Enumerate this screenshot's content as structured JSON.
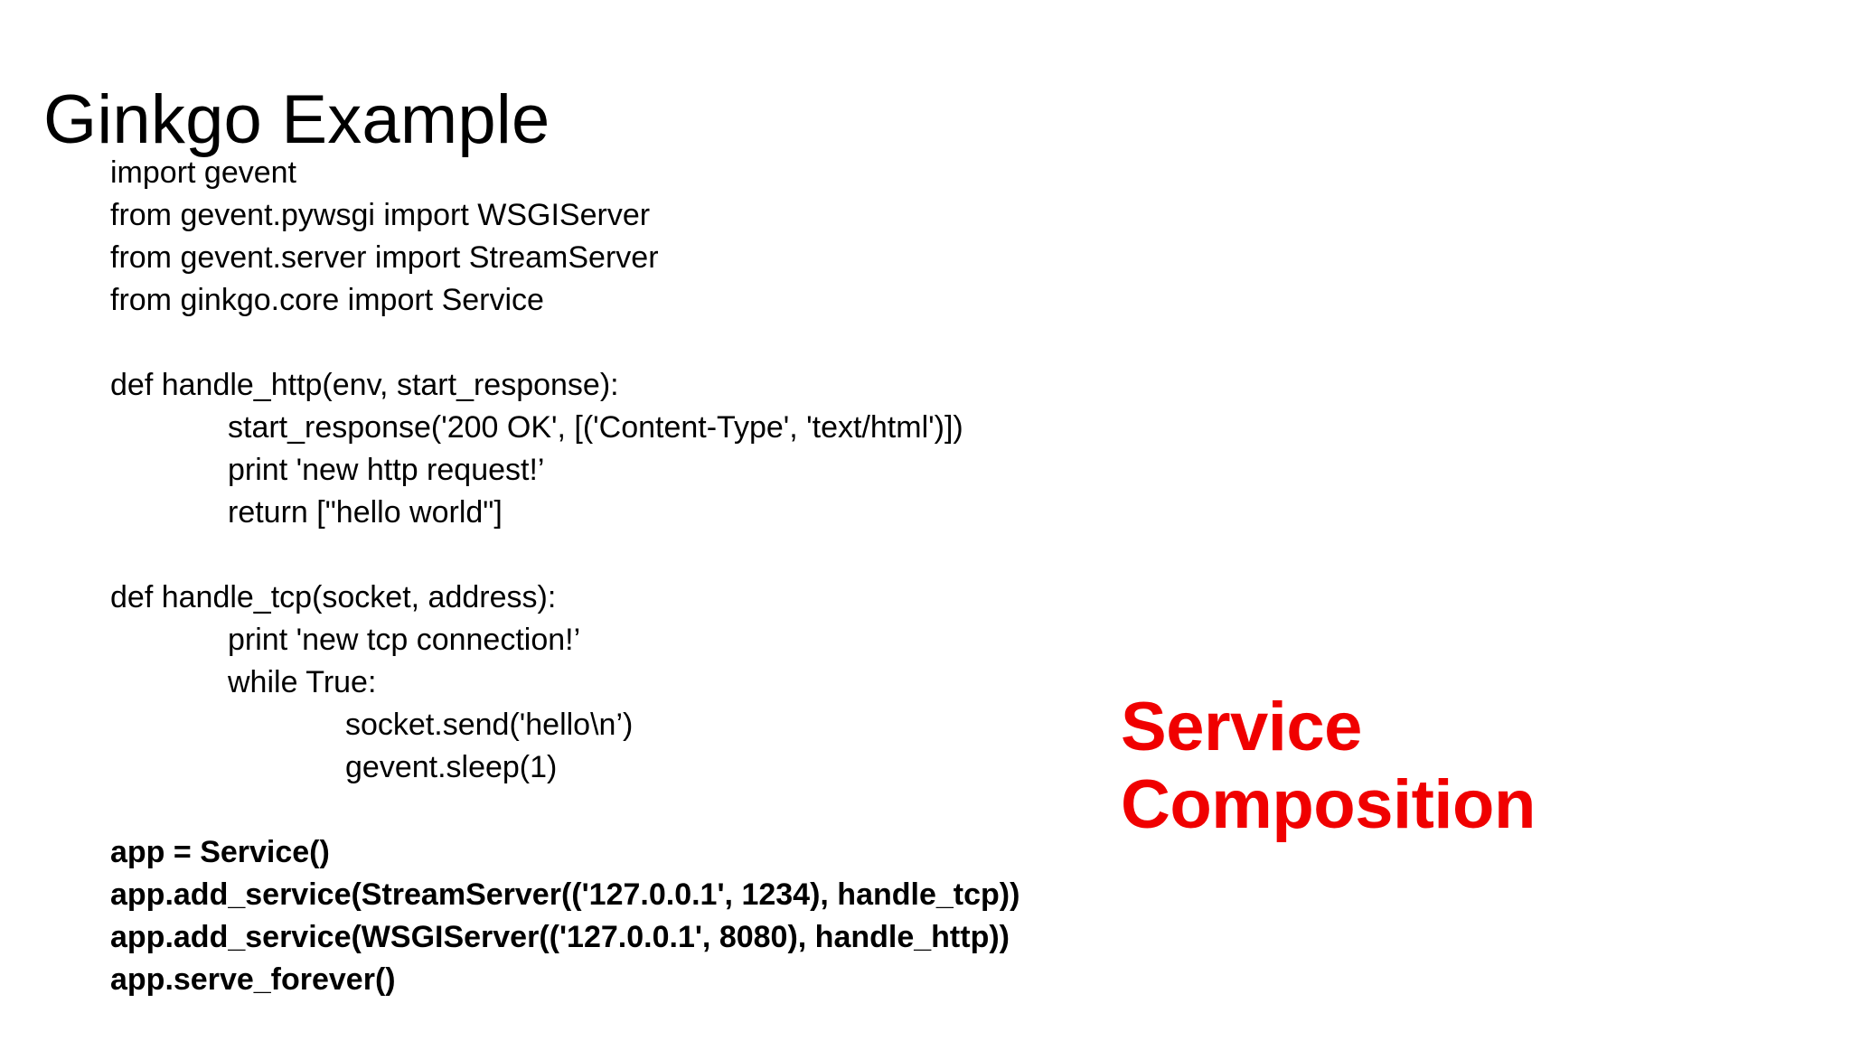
{
  "slide": {
    "title": "Ginkgo Example",
    "background_color": "#ffffff",
    "text_color": "#000000"
  },
  "code": {
    "language": "python",
    "lines": [
      {
        "text": "import gevent",
        "indent": 0,
        "bold": false
      },
      {
        "text": "from gevent.pywsgi import WSGIServer",
        "indent": 0,
        "bold": false
      },
      {
        "text": "from gevent.server import StreamServer",
        "indent": 0,
        "bold": false
      },
      {
        "text": "from ginkgo.core import Service",
        "indent": 0,
        "bold": false
      },
      {
        "text": "",
        "indent": 0,
        "bold": false
      },
      {
        "text": "def handle_http(env, start_response):",
        "indent": 0,
        "bold": false
      },
      {
        "text": "start_response('200 OK', [('Content-Type', 'text/html')])",
        "indent": 1,
        "bold": false
      },
      {
        "text": "print 'new http request!’",
        "indent": 1,
        "bold": false
      },
      {
        "text": "return [\"hello world\"]",
        "indent": 1,
        "bold": false
      },
      {
        "text": "",
        "indent": 0,
        "bold": false
      },
      {
        "text": "def handle_tcp(socket, address):",
        "indent": 0,
        "bold": false
      },
      {
        "text": "print 'new tcp connection!’",
        "indent": 1,
        "bold": false
      },
      {
        "text": "while True:",
        "indent": 1,
        "bold": false
      },
      {
        "text": "socket.send('hello\\n’)",
        "indent": 2,
        "bold": false
      },
      {
        "text": "gevent.sleep(1)",
        "indent": 2,
        "bold": false
      },
      {
        "text": "",
        "indent": 0,
        "bold": false
      },
      {
        "text": "app = Service()",
        "indent": 0,
        "bold": true
      },
      {
        "text": "app.add_service(StreamServer(('127.0.0.1', 1234), handle_tcp))",
        "indent": 0,
        "bold": true
      },
      {
        "text": "app.add_service(WSGIServer(('127.0.0.1', 8080), handle_http))",
        "indent": 0,
        "bold": true
      },
      {
        "text": "app.serve_forever()",
        "indent": 0,
        "bold": true
      }
    ]
  },
  "annotation": {
    "text": "Service\nComposition",
    "color": "#f00000"
  }
}
